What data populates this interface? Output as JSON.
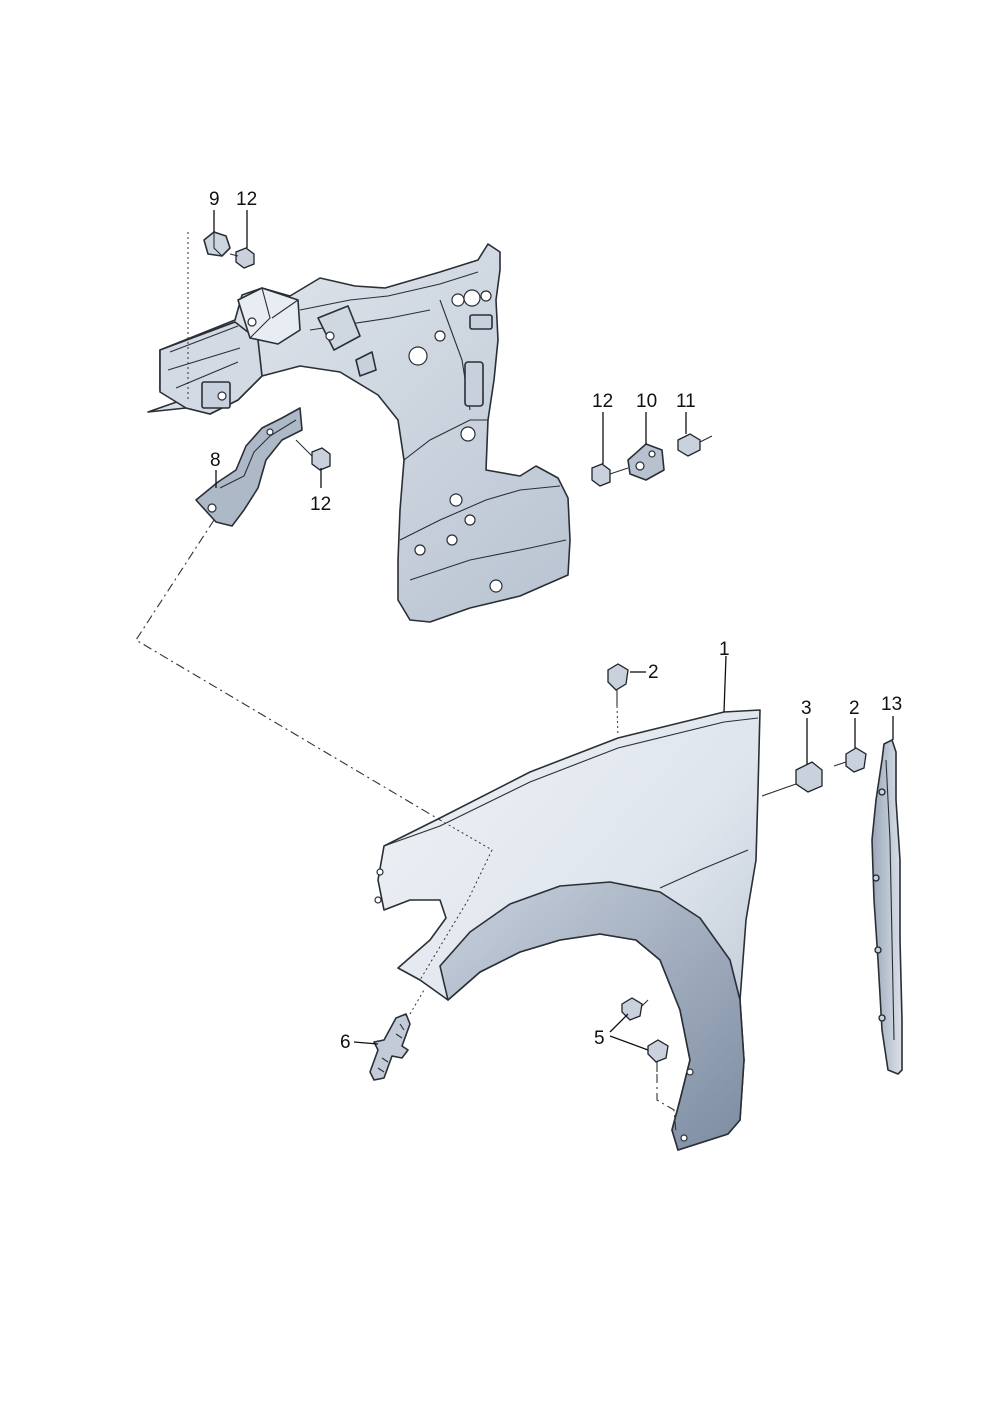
{
  "diagram": {
    "callouts": {
      "fender": "1",
      "bolt_top": "2",
      "bolt_front": "2",
      "clip_nut": "3",
      "bolts_lower": "5",
      "stud": "6",
      "bracket": "8",
      "retainer": "9",
      "bracket_small": "10",
      "nut_small": "11",
      "bolt_retainer": "12",
      "bolt_small": "12",
      "bolt_bracket": "12",
      "seal_strip": "13"
    },
    "colors": {
      "panel": "#dfe5ed",
      "panel_shade": "#b9c4d2",
      "panel_dark": "#8e9cb0",
      "outline": "#2a2f36"
    }
  }
}
